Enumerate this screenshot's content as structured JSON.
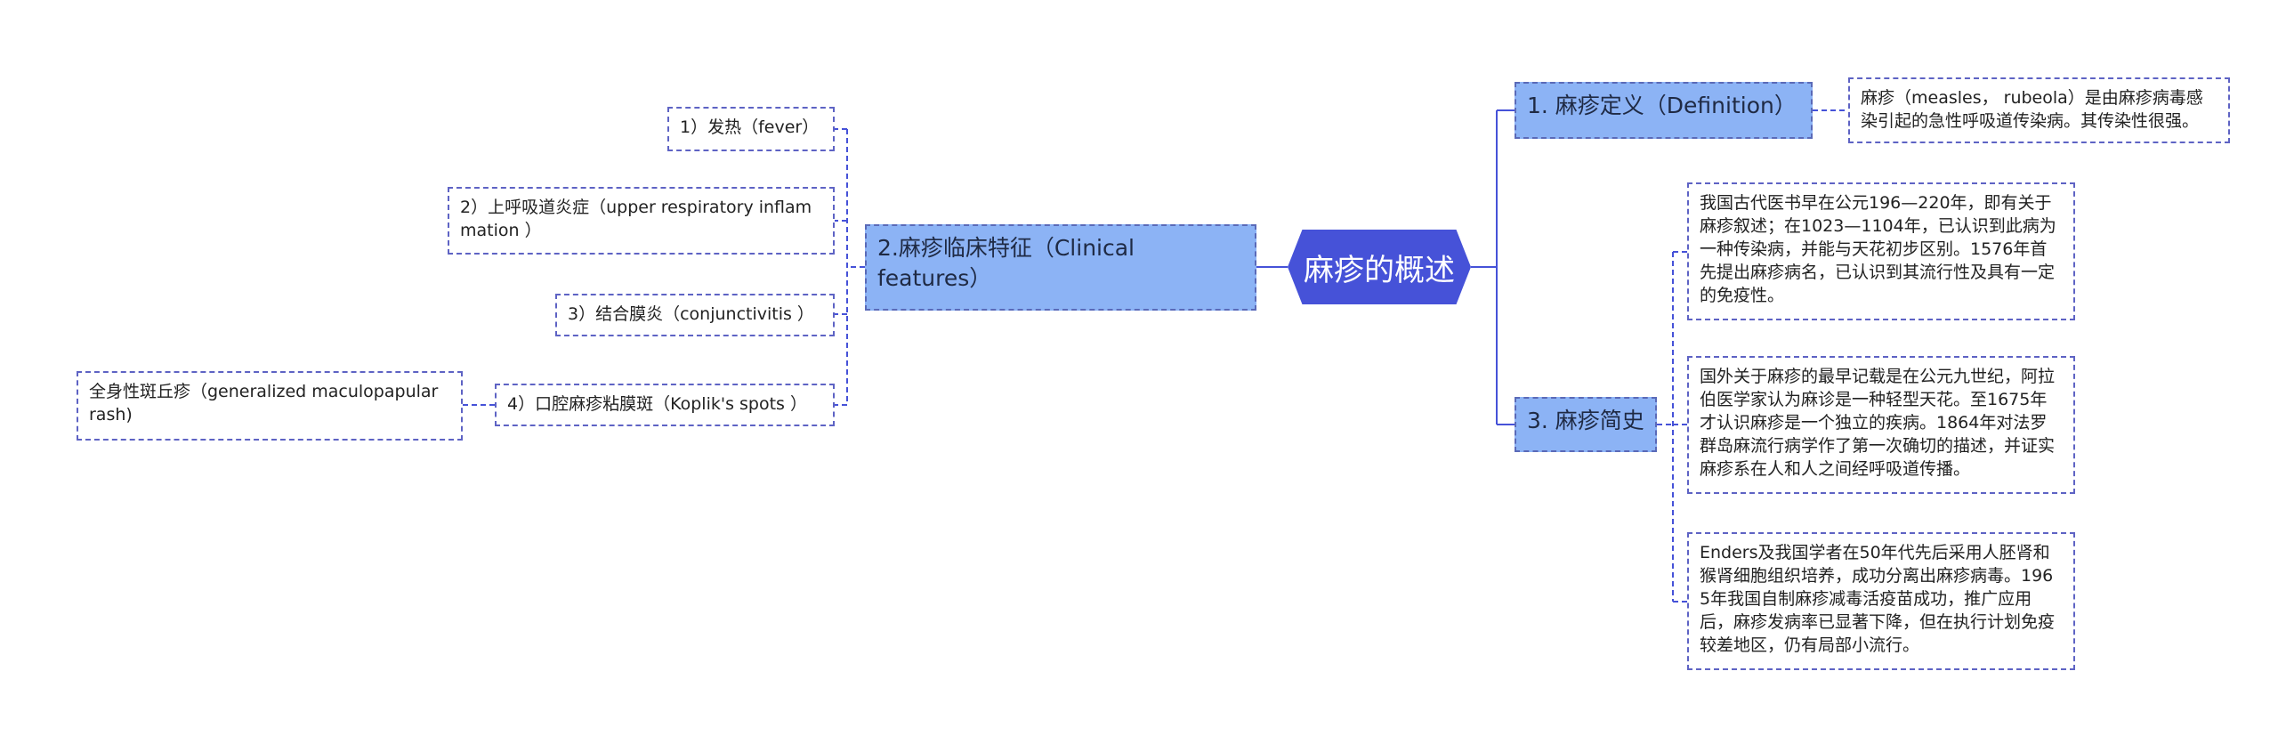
{
  "center": {
    "title": "麻疹的概述"
  },
  "right_branches": [
    {
      "label": "1. 麻疹定义（Definition）",
      "children": [
        "麻疹（measles， rubeola）是由麻疹病毒感染引起的急性呼吸道传染病。其传染性很强。"
      ]
    },
    {
      "label": "3. 麻疹简史",
      "children": [
        "我国古代医书早在公元196—220年，即有关于麻疹叙述；在1023—1104年，已认识到此病为一种传染病，并能与天花初步区别。1576年首先提出麻疹病名，已认识到其流行性及具有一定的免疫性。",
        "国外关于麻疹的最早记载是在公元九世纪，阿拉伯医学家认为麻诊是一种轻型天花。至1675年才认识麻疹是一个独立的疾病。1864年对法罗群岛麻流行病学作了第一次确切的描述，并证实麻疹系在人和人之间经呼吸道传播。",
        "Enders及我国学者在50年代先后采用人胚肾和猴肾细胞组织培养，成功分离出麻疹病毒。1965年我国自制麻疹减毒活疫苗成功，推广应用后，麻疹发病率已显著下降，但在执行计划免疫较差地区，仍有局部小流行。"
      ]
    }
  ],
  "left_branch": {
    "label": "2.麻疹临床特征（Clinical features）",
    "children": [
      {
        "label": "1）发热（fever）"
      },
      {
        "label": "2）上呼吸道炎症（upper respiratory inflammation ）"
      },
      {
        "label": "3）结合膜炎（conjunctivitis ）"
      },
      {
        "label": "4）口腔麻疹粘膜斑（Koplik's spots ）",
        "child": "全身性斑丘疹（generalized maculopapular rash)"
      }
    ]
  },
  "colors": {
    "center_fill": "#4652d8",
    "branch_fill": "#8cb3f5",
    "border": "#5e63c4",
    "line": "#4652d8"
  }
}
